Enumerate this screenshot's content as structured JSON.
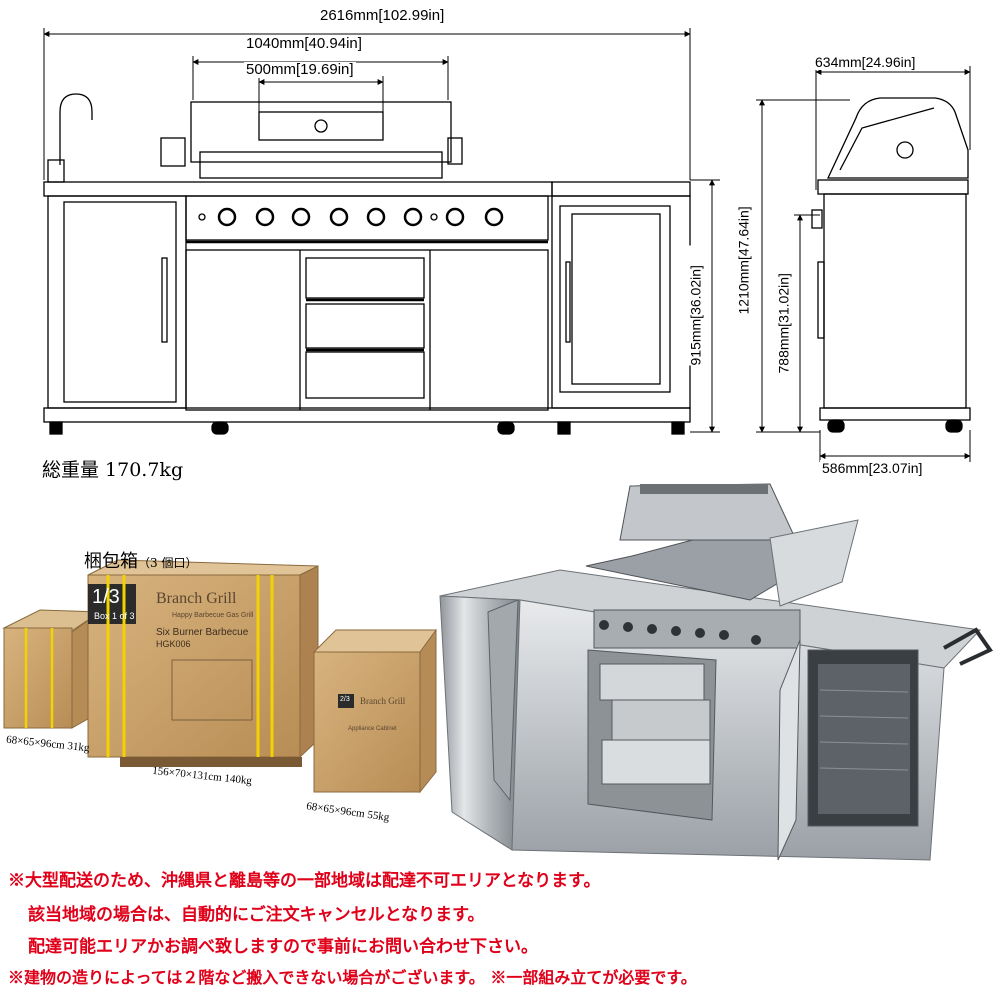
{
  "dimensions": {
    "total_width": "2616mm[102.99in]",
    "grill_width": "1040mm[40.94in]",
    "hood_width": "500mm[19.69in]",
    "depth_top": "634mm[24.96in]",
    "depth_bottom": "586mm[23.07in]",
    "counter_height": "915mm[36.02in]",
    "total_height": "1210mm[47.64in]",
    "side_counter_height": "788mm[31.02in]"
  },
  "weight_label": "総重量 170.7kg",
  "packaging": {
    "title": "梱包箱",
    "count_note": "（3 個口）",
    "boxes": [
      {
        "size": "68×65×96cm",
        "weight": "31kg"
      },
      {
        "size": "156×70×131cm",
        "weight": "140kg"
      },
      {
        "size": "68×65×96cm",
        "weight": "55kg"
      }
    ],
    "main_box_print": {
      "index": "1/3",
      "box_of": "Box 1 of 3",
      "brand": "Branch Grill",
      "product": "Six Burner Barbecue",
      "model": "HGK006",
      "tagline": "Happy Barbecue Gas Grill"
    },
    "small_box_print": {
      "index": "2/3",
      "brand": "Branch Grill",
      "product": "Appliance Cabinet"
    }
  },
  "notes": [
    "※大型配送のため、沖縄県と離島等の一部地域は配達不可エリアとなります。",
    "該当地域の場合は、自動的にご注文キャンセルとなります。",
    "配達可能エリアかお調べ致しますので事前にお問い合わせ下さい。",
    "※建物の造りによっては２階など搬入できない場合がございます。 ※一部組み立てが必要です。"
  ],
  "colors": {
    "notes_text": "#e0001a",
    "cardboard": "#c9a26b",
    "strap": "#f2d200",
    "steel": "#b9bcc0"
  }
}
